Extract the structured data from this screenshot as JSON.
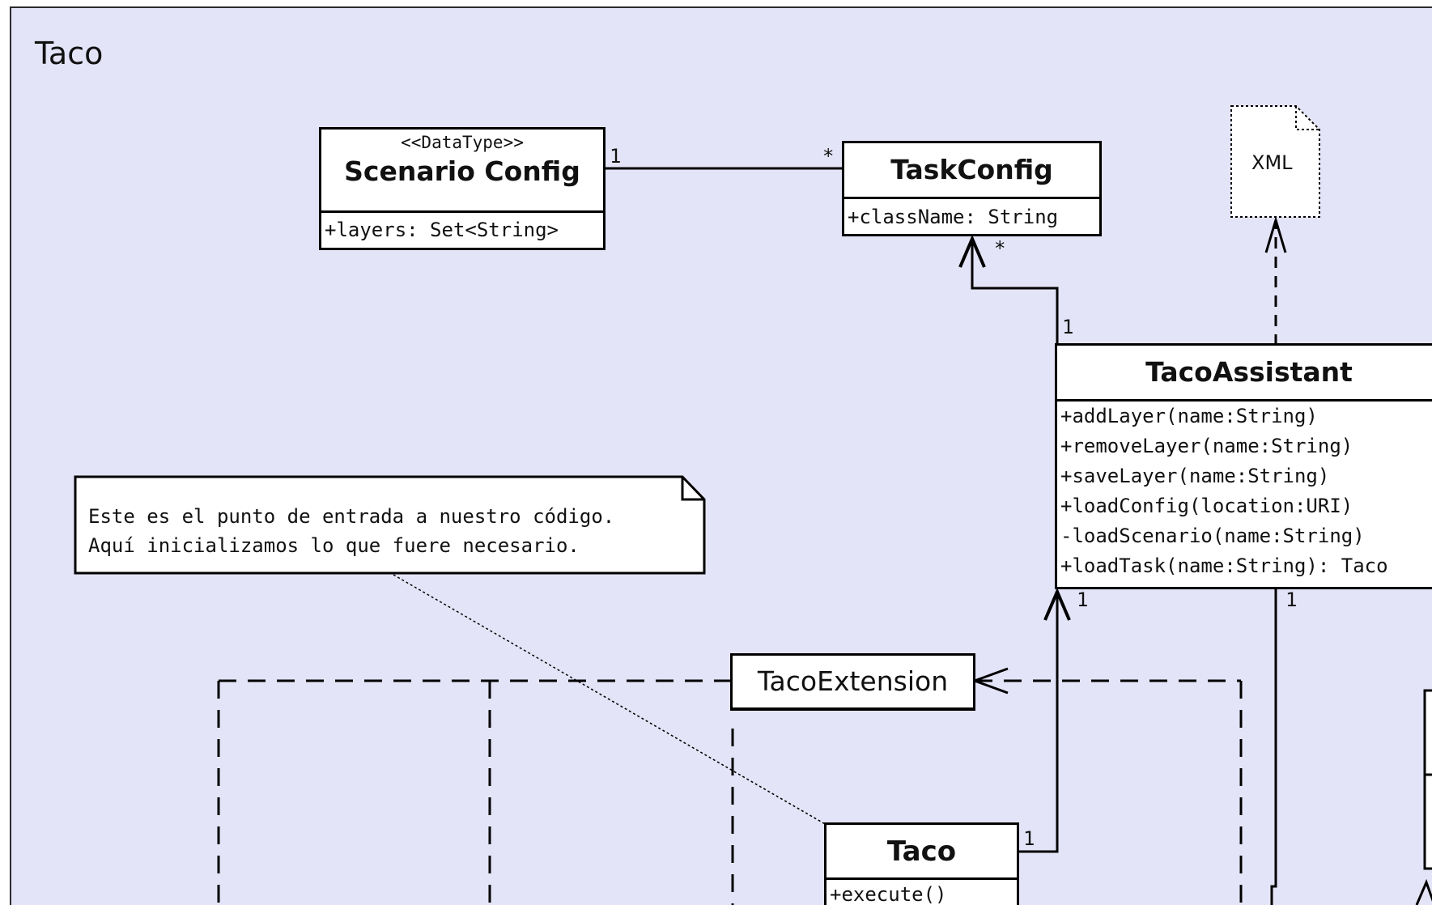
{
  "package": {
    "title": "Taco"
  },
  "classes": {
    "scenario_config": {
      "stereotype": "<<DataType>>",
      "name": "Scenario Config",
      "attributes": [
        "+layers: Set<String>"
      ]
    },
    "task_config": {
      "name": "TaskConfig",
      "attributes": [
        "+className: String"
      ]
    },
    "taco_assistant": {
      "name": "TacoAssistant",
      "operations": [
        "+addLayer(name:String)",
        "+removeLayer(name:String)",
        "+saveLayer(name:String)",
        "+loadConfig(location:URI)",
        "-loadScenario(name:String)",
        "+loadTask(name:String): Taco"
      ]
    },
    "taco_extension": {
      "name": "TacoExtension"
    },
    "taco": {
      "name": "Taco",
      "operations": [
        "+execute()"
      ]
    }
  },
  "artifact": {
    "label": "XML"
  },
  "note": {
    "lines": [
      "Este es el punto de entrada a nuestro código.",
      "Aquí inicializamos lo que fuere necesario."
    ]
  },
  "multiplicities": {
    "scenario_task_scenario_end": "1",
    "scenario_task_task_end": "*",
    "task_assistant_task_end": "*",
    "task_assistant_assistant_end": "1",
    "taco_assistant_assistant_end": "1",
    "assistant_bottom_end": "1",
    "taco_assistant_taco_end": "1"
  }
}
